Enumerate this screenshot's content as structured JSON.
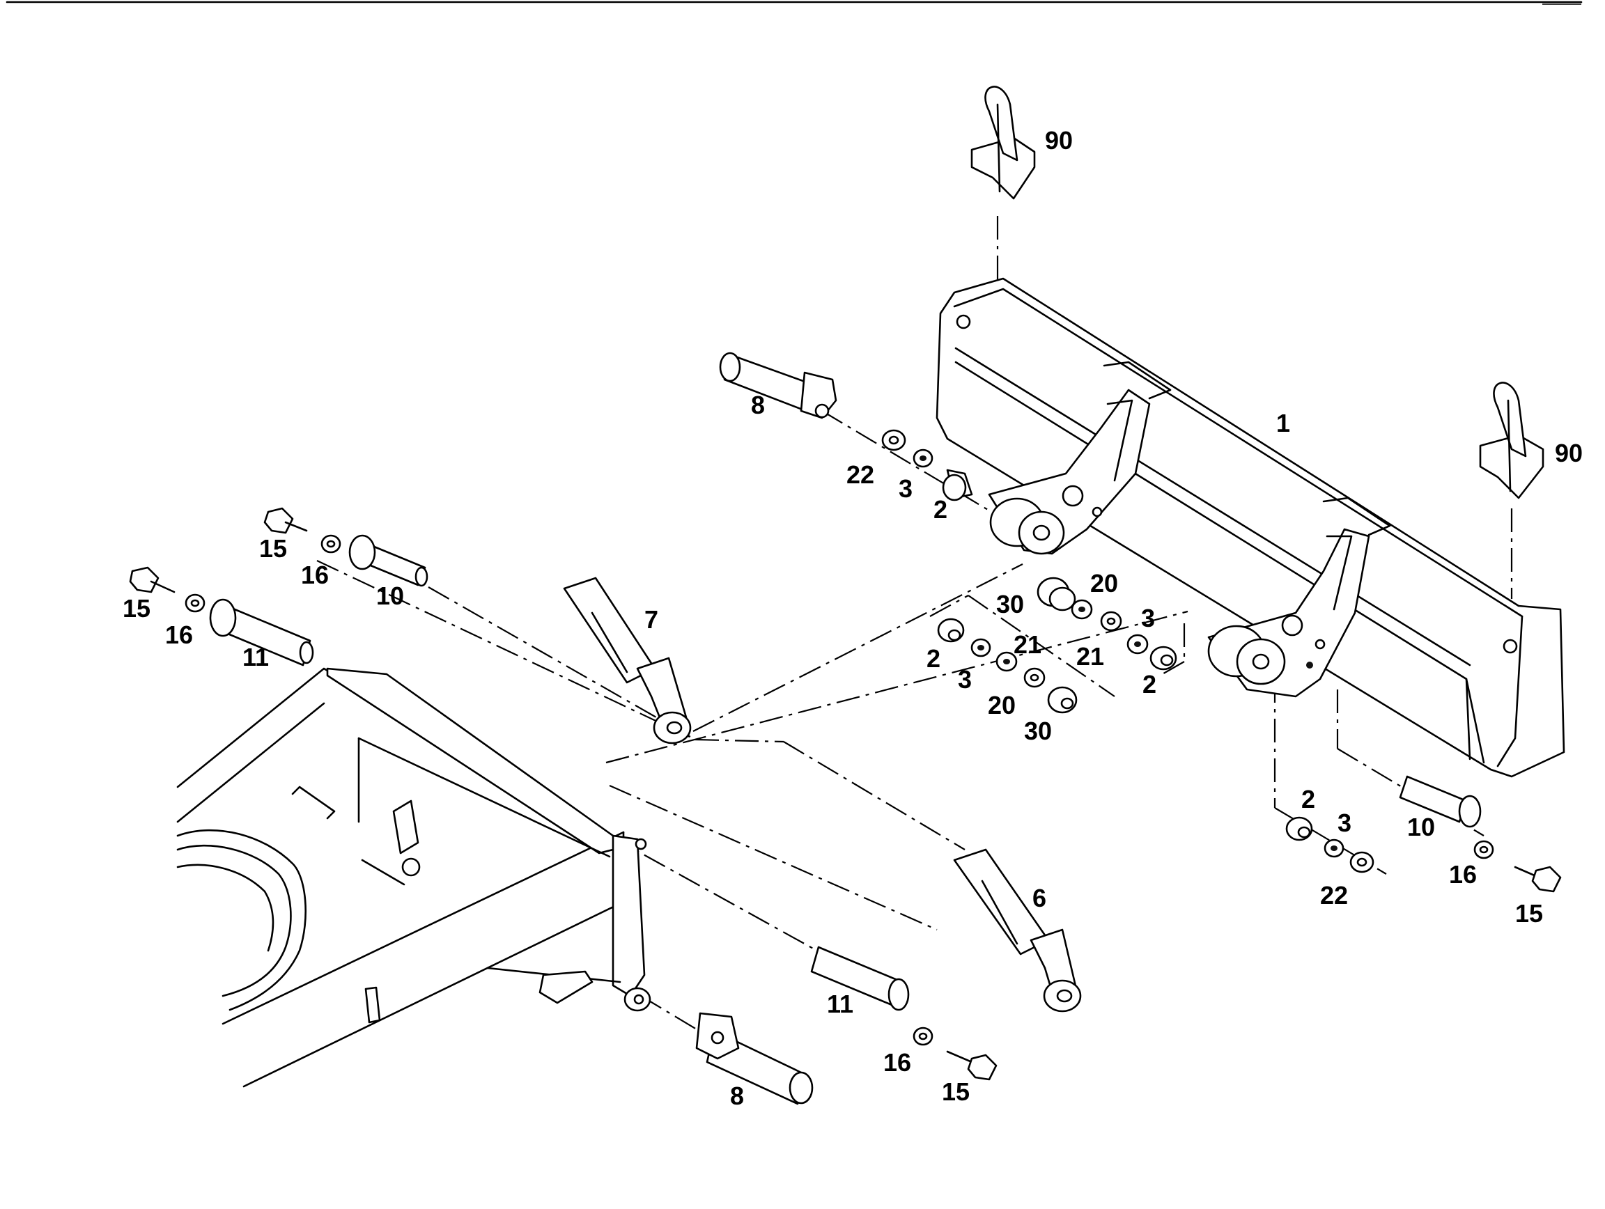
{
  "callouts": {
    "c90a": "90",
    "c90b": "90",
    "c1": "1",
    "c8a": "8",
    "c22a": "22",
    "c3a": "3",
    "c2a": "2",
    "c15a": "15",
    "c16a": "16",
    "c10a": "10",
    "c15b": "15",
    "c16b": "16",
    "c11a": "11",
    "c7": "7",
    "c30a": "30",
    "c20a": "20",
    "c3b": "3",
    "c21a": "21",
    "c2b": "2",
    "c2c": "2",
    "c3c": "3",
    "c21b": "21",
    "c20b": "20",
    "c30b": "30",
    "c2d": "2",
    "c3d": "3",
    "c22b": "22",
    "c10b": "10",
    "c16c": "16",
    "c15c": "15",
    "c6": "6",
    "c11b": "11",
    "c16d": "16",
    "c15d": "15",
    "c8b": "8"
  },
  "colors": {
    "line": "#000000",
    "background": "#ffffff"
  }
}
